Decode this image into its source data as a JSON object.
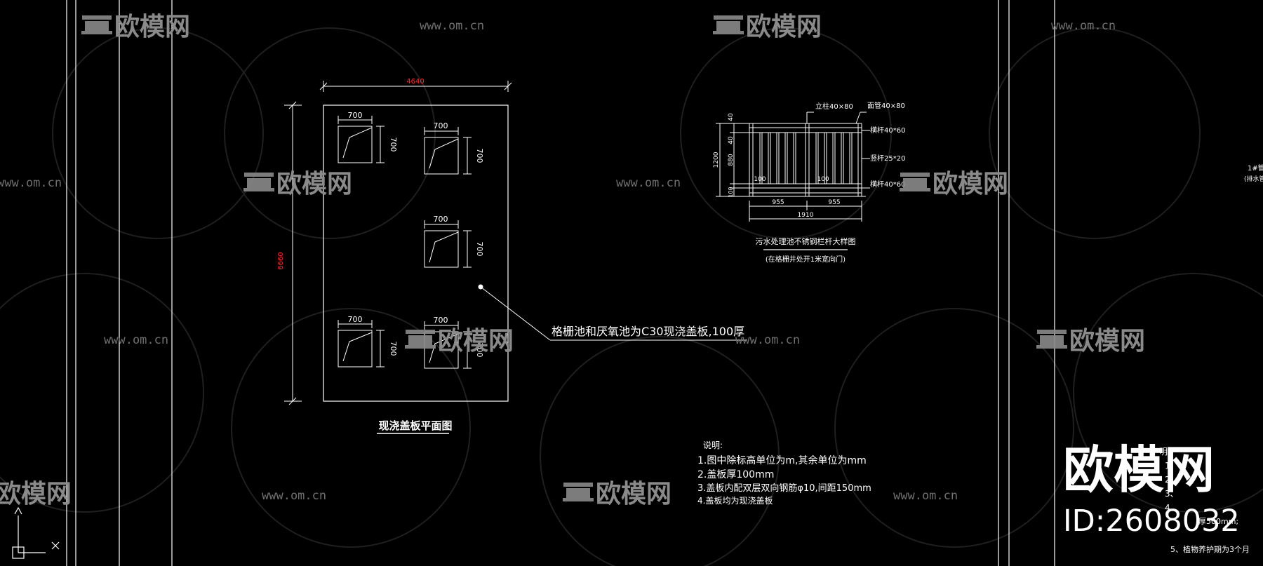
{
  "plan": {
    "title": "现浇盖板平面图",
    "width_dim": "4640",
    "height_dim": "6660",
    "openings": [
      {
        "dim_w": "700",
        "dim_h": "700"
      },
      {
        "dim_w": "700",
        "dim_h": "700"
      },
      {
        "dim_w": "700",
        "dim_h": "700"
      },
      {
        "dim_w": "700",
        "dim_h": "700"
      },
      {
        "dim_w": "700",
        "dim_h": "700"
      }
    ],
    "leader_note": "格栅池和厌氧池为C30现浇盖板,100厚"
  },
  "railing": {
    "labels": {
      "post": "立柱40×80",
      "top_rail": "面管40×80",
      "h_rail_top": "横杆40*60",
      "baluster": "竖杆25*20",
      "h_rail_bottom": "横杆40*60"
    },
    "vdims": {
      "top": "40",
      "mid": "40",
      "main": "880",
      "bottom": "100",
      "total": "1200"
    },
    "inner": {
      "left": "100",
      "right": "100"
    },
    "hdims": {
      "left": "955",
      "right": "955",
      "total": "1910"
    },
    "title": "污水处理池不锈钢栏杆大样图",
    "subtitle": "(在格栅井处开1米宽向门)"
  },
  "notes": {
    "heading": "说明:",
    "items": [
      "1.图中除标高单位为m,其余单位为mm",
      "2.盖板厚100mm",
      "3.盖板内配双层双向钢筋φ10,间距150mm",
      "4.盖板均为现浇盖板"
    ]
  },
  "right_notes": {
    "items": [
      "明:",
      "1、",
      "2、",
      "3、",
      "4、",
      "厚500mm;",
      "5、植物养护期为3个月"
    ],
    "edge": [
      "1#管",
      "(排水管"
    ]
  },
  "watermark": {
    "brand": "欧模网",
    "url": "www.om.cn",
    "id_text": "ID:2608032"
  },
  "colors": {
    "bg": "#000000",
    "line": "#ffffff",
    "accent": "#ff2a2a",
    "watermark": "#8a8a8a"
  }
}
